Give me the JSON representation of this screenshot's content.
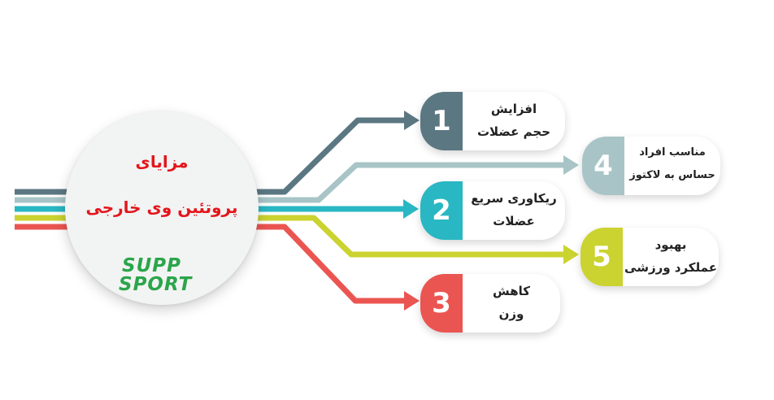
{
  "hub": {
    "title_line1": "مزایای",
    "title_line2": "پروتئین وی خارجی",
    "logo_line1": "SUPP",
    "logo_line2": "SPORT"
  },
  "colors": {
    "c1": "#5b7782",
    "c2": "#29b7c3",
    "c3": "#eb5551",
    "c4": "#a8c4c6",
    "c5": "#cbd330",
    "hub_title": "#e3161b",
    "logo": "#2ba54a",
    "logo_ball": "#f3862a"
  },
  "items": [
    {
      "number": "1",
      "line1": "افزایش",
      "line2": "حجم عضلات",
      "color": "#5b7782"
    },
    {
      "number": "2",
      "line1": "ریکاوری سریع",
      "line2": "عضلات",
      "color": "#29b7c3"
    },
    {
      "number": "3",
      "line1": "کاهش",
      "line2": "وزن",
      "color": "#eb5551"
    },
    {
      "number": "4",
      "line1": "مناسب افراد",
      "line2": "حساس به لاکتوز",
      "color": "#a8c4c6"
    },
    {
      "number": "5",
      "line1": "بهبود",
      "line2": "عملکرد ورزشی",
      "color": "#cbd330"
    }
  ]
}
